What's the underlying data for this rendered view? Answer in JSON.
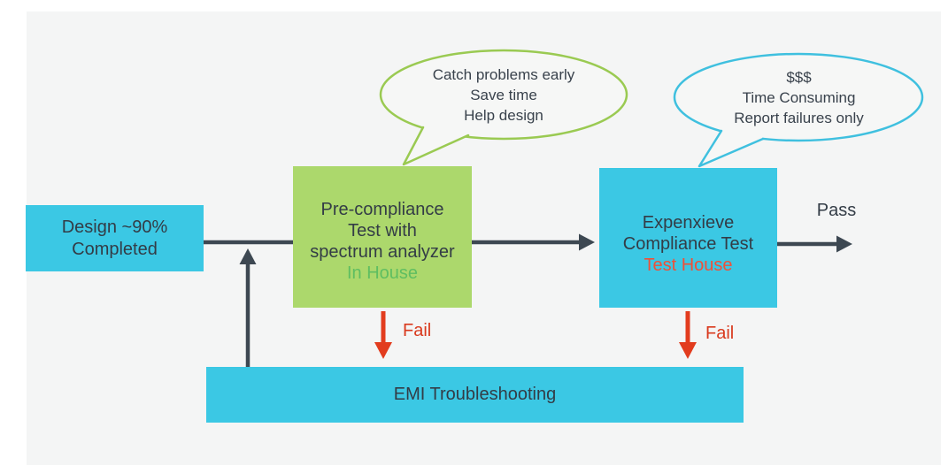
{
  "diagram": {
    "nodes": {
      "design": {
        "line1": "Design ~90%",
        "line2": "Completed"
      },
      "precompliance": {
        "line1": "Pre-compliance",
        "line2": "Test with",
        "line3": "spectrum analyzer",
        "location": "In House"
      },
      "compliance": {
        "line1": "Expenxieve",
        "line2": "Compliance Test",
        "location": "Test House"
      },
      "emi": {
        "label": "EMI Troubleshooting"
      }
    },
    "callouts": {
      "precompliance_benefits": {
        "line1": "Catch problems early",
        "line2": "Save time",
        "line3": "Help design"
      },
      "compliance_drawbacks": {
        "line1": "$$$",
        "line2": "Time Consuming",
        "line3": "Report failures only"
      }
    },
    "edge_labels": {
      "pass": "Pass",
      "fail_precompliance": "Fail",
      "fail_compliance": "Fail"
    },
    "colors": {
      "panel_background": "#f4f5f5",
      "cyan_box": "#3bc8e4",
      "green_box": "#acd86c",
      "green_bubble_stroke": "#9aca52",
      "cyan_bubble_stroke": "#3fc0df",
      "dark_text": "#333c46",
      "arrow_dark": "#3d4852",
      "fail_red": "#e23c1e",
      "in_house_green": "#5fbe61",
      "test_house_red": "#f05038"
    }
  }
}
